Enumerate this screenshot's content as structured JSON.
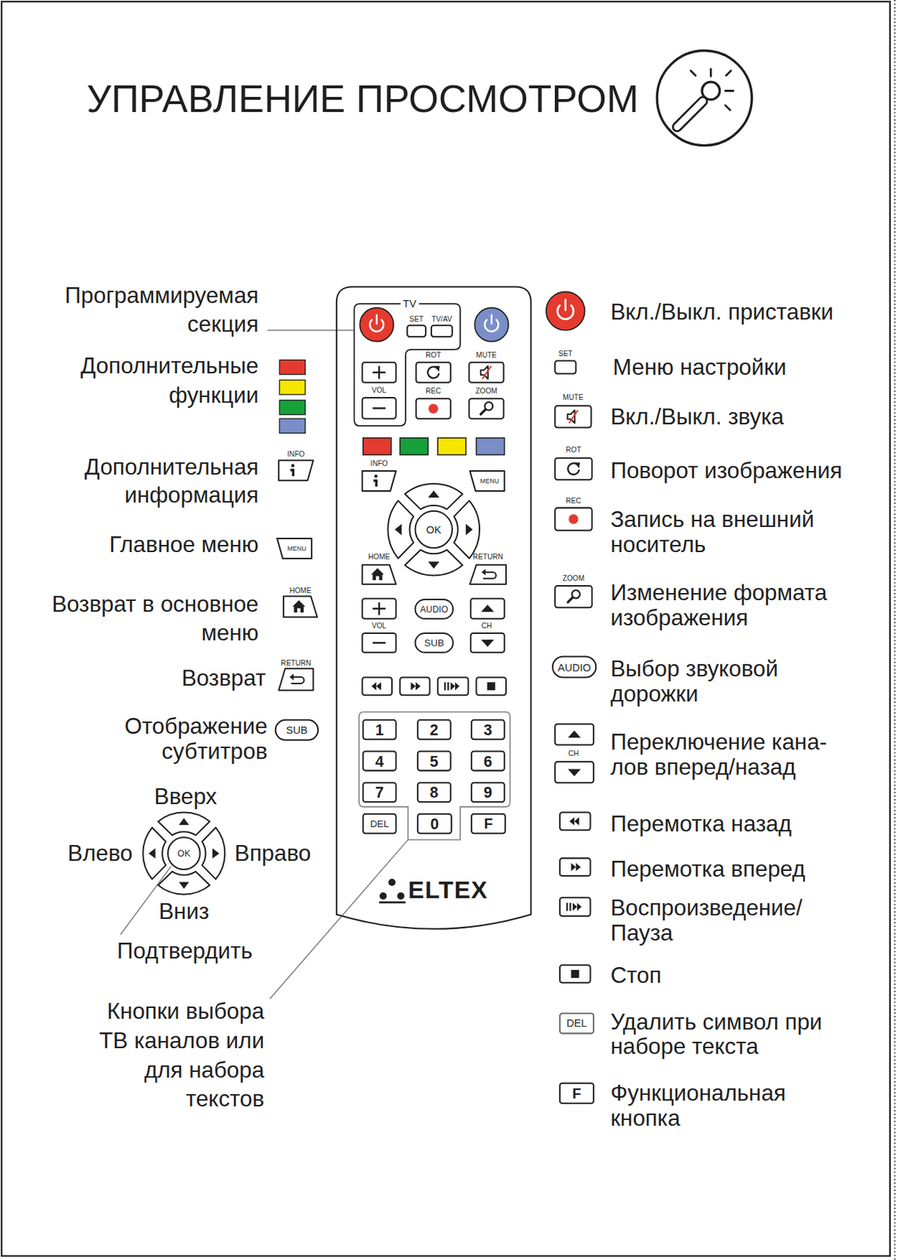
{
  "diagram": {
    "title": "УПРАВЛЕНИЕ ПРОСМОТРОМ",
    "nodes": [
      {
        "text": [
          "ELTEX"
        ]
      },
      {
        "text": [
          "TV"
        ],
        "in": 0
      },
      {
        "text": [
          "SET"
        ],
        "in": 1
      },
      {
        "text": [
          "TV/AV"
        ],
        "in": 1
      },
      {
        "text": [
          "VOL"
        ],
        "in": 1
      },
      {
        "text": [
          "ROT"
        ],
        "in": 0
      },
      {
        "text": [
          "MUTE"
        ],
        "in": 0
      },
      {
        "text": [
          "REC"
        ],
        "in": 0
      },
      {
        "text": [
          "ZOOM"
        ],
        "in": 0
      },
      {
        "text": [
          "INFO"
        ],
        "in": 0
      },
      {
        "text": [
          "MENU"
        ],
        "in": 0
      },
      {
        "text": [
          "OK"
        ],
        "in": 0
      },
      {
        "text": [
          "HOME"
        ],
        "in": 0
      },
      {
        "text": [
          "RETURN"
        ],
        "in": 0
      },
      {
        "text": [
          "VOL"
        ],
        "in": 0
      },
      {
        "text": [
          "AUDIO"
        ],
        "in": 0
      },
      {
        "text": [
          "SUB"
        ],
        "in": 0
      },
      {
        "text": [
          "CH"
        ],
        "in": 0
      },
      {
        "text": [
          "1"
        ],
        "in": 0
      },
      {
        "text": [
          "2"
        ],
        "in": 0
      },
      {
        "text": [
          "3"
        ],
        "in": 0
      },
      {
        "text": [
          "4"
        ],
        "in": 0
      },
      {
        "text": [
          "5"
        ],
        "in": 0
      },
      {
        "text": [
          "6"
        ],
        "in": 0
      },
      {
        "text": [
          "7"
        ],
        "in": 0
      },
      {
        "text": [
          "8"
        ],
        "in": 0
      },
      {
        "text": [
          "9"
        ],
        "in": 0
      },
      {
        "text": [
          "DEL"
        ],
        "in": 0
      },
      {
        "text": [
          "0"
        ],
        "in": 0
      },
      {
        "text": [
          "F"
        ],
        "in": 0
      },
      {
        "text": [
          "INFO"
        ]
      },
      {
        "text": [
          "MENU"
        ]
      },
      {
        "text": [
          "HOME"
        ]
      },
      {
        "text": [
          "RETURN"
        ]
      },
      {
        "text": [
          "SUB"
        ]
      },
      {
        "text": [
          "OK"
        ]
      },
      {
        "text": [
          "SET"
        ]
      },
      {
        "text": [
          "MUTE"
        ]
      },
      {
        "text": [
          "ROT"
        ]
      },
      {
        "text": [
          "REC"
        ]
      },
      {
        "text": [
          "ZOOM"
        ]
      },
      {
        "text": [
          "AUDIO"
        ]
      },
      {
        "text": [
          "CH"
        ]
      },
      {
        "text": [
          "DEL"
        ]
      },
      {
        "text": [
          "F"
        ]
      }
    ],
    "labels": [
      "Программируемая секция",
      "Дополнительные функции",
      "Дополнительная информация",
      "Главное меню",
      "Возврат в основное меню",
      "Возврат",
      "Отображение субтитров",
      "Вверх",
      "Влево",
      "Вправо",
      "Вниз",
      "Подтвердить",
      "Кнопки выбора ТВ каналов или для набора текстов",
      "Вкл./Выкл. приставки",
      "Меню настройки",
      "Вкл./Выкл. звука",
      "Поворот изображения",
      "Запись на внешний носитель",
      "Изменение формата изображения",
      "Выбор звуковой дорожки",
      "Переключение кана- лов вперед/назад",
      "Перемотка назад",
      "Перемотка вперед",
      "Воспроизведение/ Пауза",
      "Стоп",
      "Удалить символ при наборе текста",
      "Функциональная кнопка"
    ]
  }
}
